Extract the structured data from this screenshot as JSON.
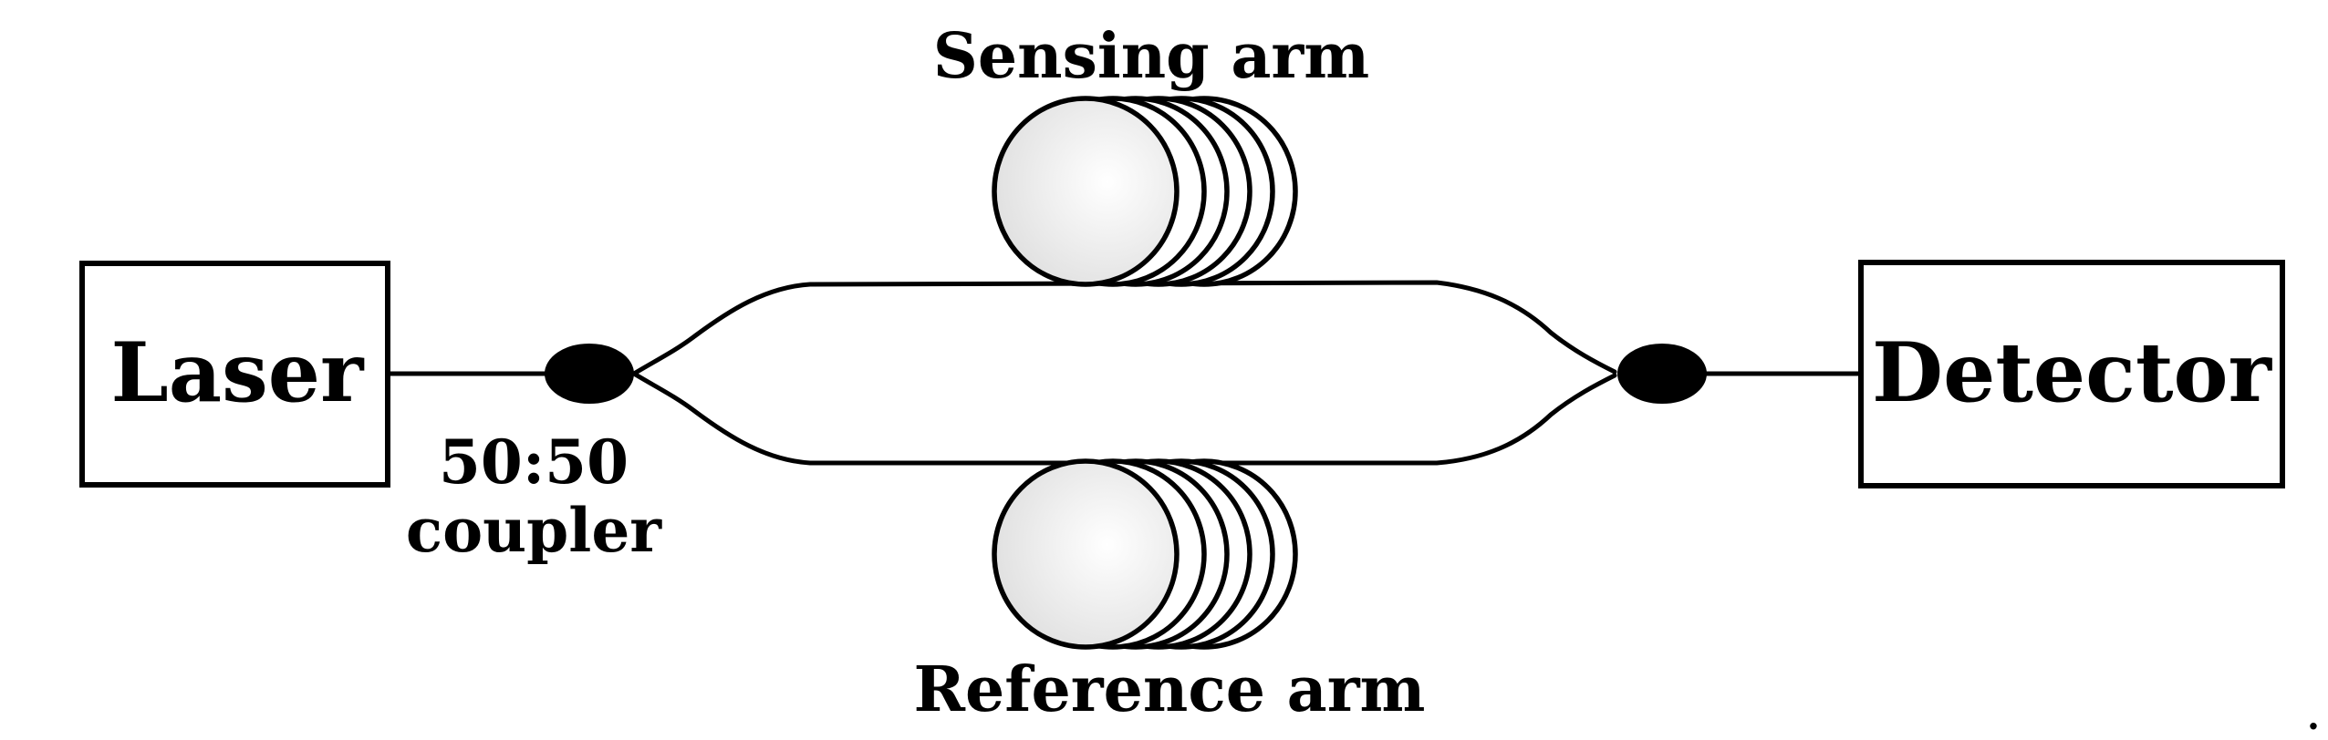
{
  "diagram": {
    "laser_label": "Laser",
    "detector_label": "Detector",
    "coupler_ratio": "50:50",
    "coupler_label": "coupler",
    "sensing_arm_label": "Sensing arm",
    "reference_arm_label": "Reference arm",
    "trailing_mark": "."
  },
  "colors": {
    "line": "#000000",
    "coupler_fill": "#000000",
    "loop_fill": "#ffffff",
    "front_loop_gradient_center": "#ffffff",
    "front_loop_gradient_edge": "#e2e2e2"
  },
  "icons": {
    "coil": "fiber-coil-icon",
    "coupler": "fiber-coupler-icon"
  }
}
